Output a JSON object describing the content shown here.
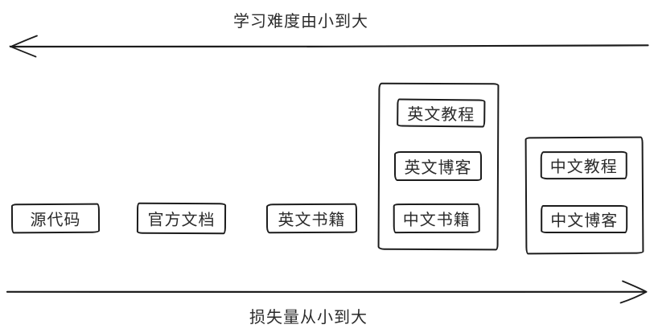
{
  "axes": {
    "top": {
      "label": "学习难度由小到大",
      "direction": "left"
    },
    "bottom": {
      "label": "损失量从小到大",
      "direction": "right"
    }
  },
  "nodes": {
    "source_code": {
      "label": "源代码"
    },
    "official_docs": {
      "label": "官方文档"
    },
    "english_books": {
      "label": "英文书籍"
    },
    "english_tutorials": {
      "label": "英文教程"
    },
    "english_blogs": {
      "label": "英文博客"
    },
    "chinese_books": {
      "label": "中文书籍"
    },
    "chinese_tutorials": {
      "label": "中文教程"
    },
    "chinese_blogs": {
      "label": "中文博客"
    }
  },
  "groups": [
    {
      "name": "english-tutorials-blogs-chinese-books-group",
      "items": [
        "english_tutorials",
        "english_blogs",
        "chinese_books"
      ]
    },
    {
      "name": "chinese-tutorials-blogs-group",
      "items": [
        "chinese_tutorials",
        "chinese_blogs"
      ]
    }
  ],
  "colors": {
    "stroke": "#1c1c1c",
    "background": "#ffffff",
    "text": "#2b2b2b"
  }
}
